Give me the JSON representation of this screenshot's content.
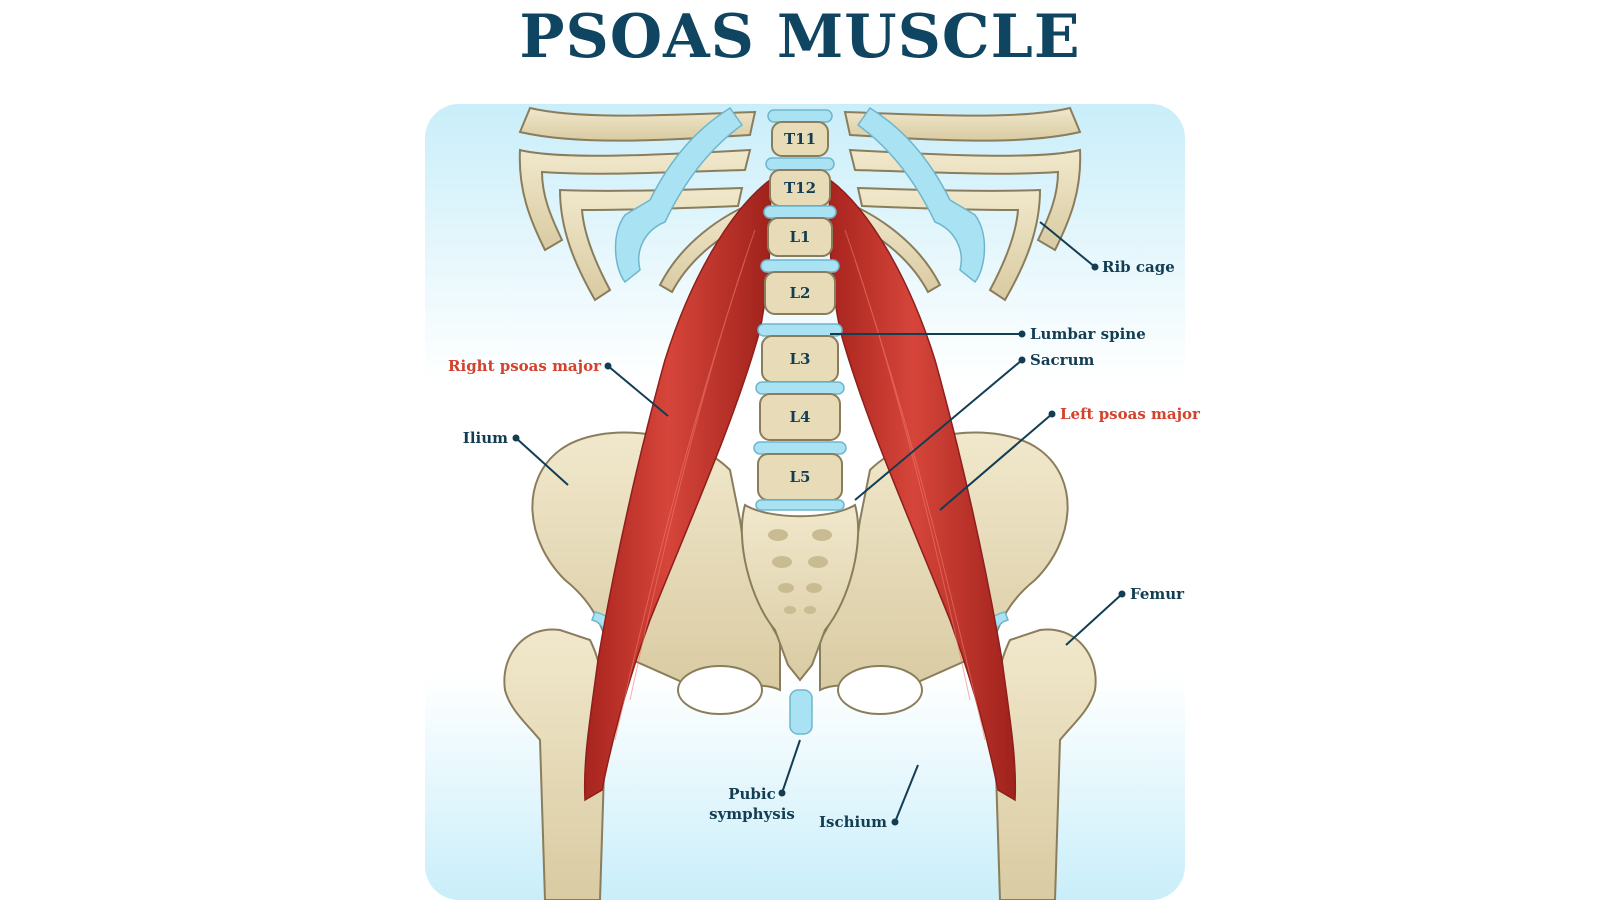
{
  "title": "PSOAS MUSCLE",
  "colors": {
    "title": "#0f4560",
    "label_bone": "#123d52",
    "label_muscle": "#d4412c",
    "leader": "#123d52",
    "background_top": "#c9eefa",
    "background_mid": "#ffffff",
    "bone": "#e8dcb8",
    "bone_outline": "#8a7d5c",
    "cartilage": "#a9e2f3",
    "muscle": "#c9332a",
    "muscle_dark": "#8e1f1a"
  },
  "vertebrae": [
    "T11",
    "T12",
    "L1",
    "L2",
    "L3",
    "L4",
    "L5"
  ],
  "labels": {
    "rib_cage": "Rib cage",
    "lumbar_spine": "Lumbar spine",
    "sacrum": "Sacrum",
    "right_psoas_major": "Right psoas major",
    "left_psoas_major": "Left psoas major",
    "ilium": "Ilium",
    "femur": "Femur",
    "pubic_symphysis_line1": "Pubic",
    "pubic_symphysis_line2": "symphysis",
    "ischium": "Ischium"
  }
}
